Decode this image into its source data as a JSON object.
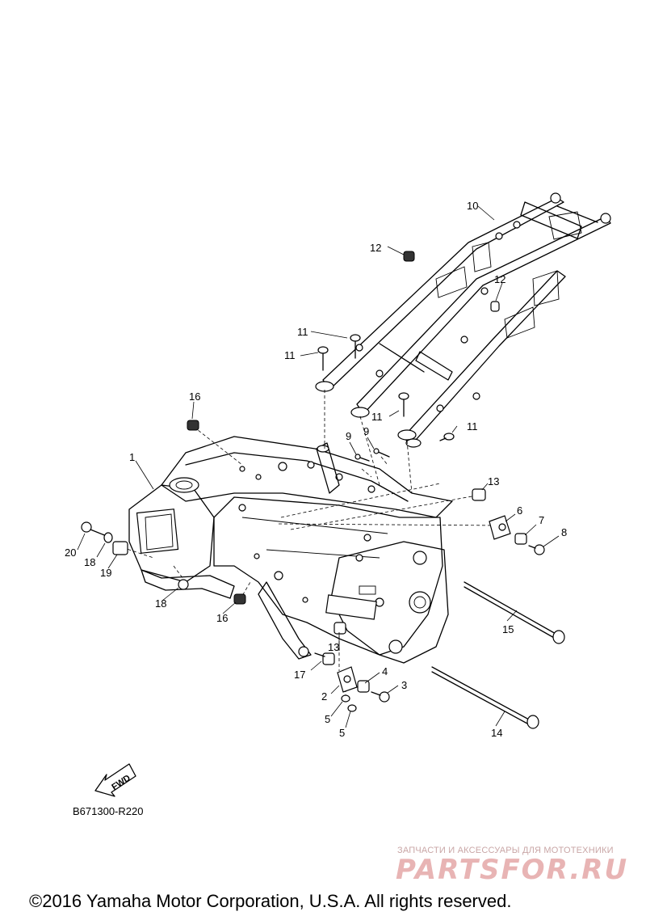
{
  "diagram": {
    "ref_code": "B671300-R220",
    "fwd_label": "FWD",
    "copyright": "©2016 Yamaha Motor Corporation, U.S.A. All rights reserved.",
    "watermark_caption": "ЗАПЧАСТИ И АКСЕССУАРЫ ДЛЯ МОТОТЕХНИКИ",
    "watermark_logo": "PARTSFOR.RU",
    "callouts": {
      "c1": "1",
      "c2": "2",
      "c3": "3",
      "c4": "4",
      "c5a": "5",
      "c5b": "5",
      "c6": "6",
      "c7": "7",
      "c8": "8",
      "c9a": "9",
      "c9b": "9",
      "c10": "10",
      "c11a": "11",
      "c11b": "11",
      "c11c": "11",
      "c11d": "11",
      "c12a": "12",
      "c12b": "12",
      "c13a": "13",
      "c13b": "13",
      "c14": "14",
      "c15": "15",
      "c16a": "16",
      "c16b": "16",
      "c17": "17",
      "c18a": "18",
      "c18b": "18",
      "c19": "19",
      "c20": "20"
    }
  }
}
